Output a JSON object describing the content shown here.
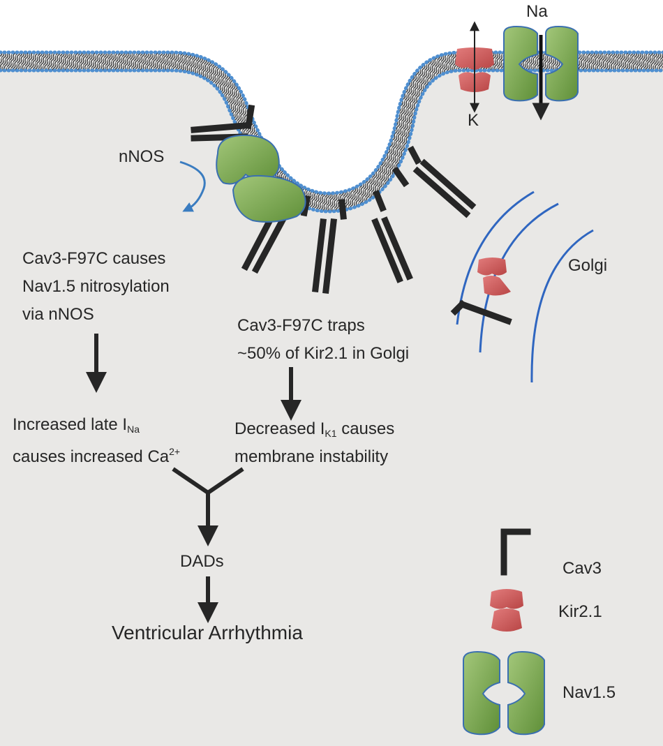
{
  "ions": {
    "sodium": "Na",
    "potassium": "K"
  },
  "labels": {
    "nnos": "nNOS",
    "golgi": "Golgi"
  },
  "text_blocks": {
    "nitrosylation": [
      "Cav3-F97C causes",
      "Nav1.5 nitrosylation",
      "via nNOS"
    ],
    "trapping": [
      "Cav3-F97C traps",
      "~50% of Kir2.1 in Golgi"
    ],
    "late_ina": {
      "prefix": "Increased late I",
      "subscript": "Na",
      "line2": "causes increased Ca",
      "superscript": "2+"
    },
    "ik1": {
      "prefix": "Decreased I",
      "subscript": "K1",
      "suffix": " causes",
      "line2": "membrane instability"
    },
    "dads": "DADs",
    "arrhythmia": "Ventricular Arrhythmia"
  },
  "legend": [
    {
      "icon": "cav3",
      "label": "Cav3"
    },
    {
      "icon": "kir21",
      "label": "Kir2.1"
    },
    {
      "icon": "nav15",
      "label": "Nav1.5"
    }
  ],
  "colors": {
    "background": "#e9e8e6",
    "lipid_head": "#4f8fd0",
    "nav_green": "#7dab4c",
    "kir_red": "#cf5e5e",
    "golgi_line": "#2f66c0",
    "arrow": "#262626",
    "nnos_arrow": "#3a7cc0"
  }
}
